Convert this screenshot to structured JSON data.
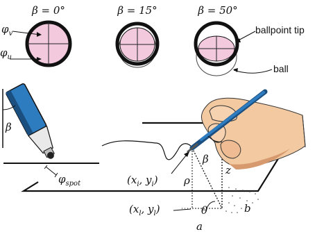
{
  "angles": [
    {
      "label": "β = 0°",
      "tilt_deg": 0
    },
    {
      "label": "β = 15°",
      "tilt_deg": 15
    },
    {
      "label": "β = 50°",
      "tilt_deg": 50
    }
  ],
  "labels": {
    "phi_v": "φv",
    "phi_u": "φu",
    "ballpoint_tip": "ballpoint tip",
    "ball": "ball",
    "beta": "β",
    "phi_spot": "φspot",
    "xi_yi": "(xi, yi)",
    "xl_yl": "(xl, yl)",
    "rho": "ρ",
    "z": "z",
    "theta": "θ",
    "a": "a",
    "b": "b"
  },
  "colors": {
    "tip_fill": "#f3c9dd",
    "outline": "#111111",
    "pen_blue": "#2e7cc0",
    "pen_dark": "#1b4f80",
    "skin": "#f2c9a0",
    "skin_shadow": "#d79a6e"
  }
}
